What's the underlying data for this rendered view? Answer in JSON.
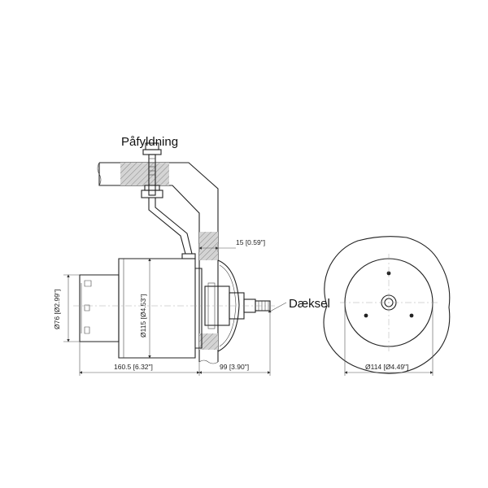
{
  "labels": {
    "filling": "Påfyldning",
    "cover": "Dæksel"
  },
  "dimensions": {
    "flange_thickness": "15 [0.59\"]",
    "rear_diameter": "Ø76 [Ø2.99\"]",
    "body_diameter": "Ø115 [Ø4.53\"]",
    "body_length": "160.5 [6.32\"]",
    "front_length": "99 [3.90\"]",
    "cover_diameter": "Ø114 [Ø4.49\"]"
  },
  "colors": {
    "line": "#222222",
    "hatch_fill": "#cfcfcf",
    "background": "#ffffff"
  }
}
